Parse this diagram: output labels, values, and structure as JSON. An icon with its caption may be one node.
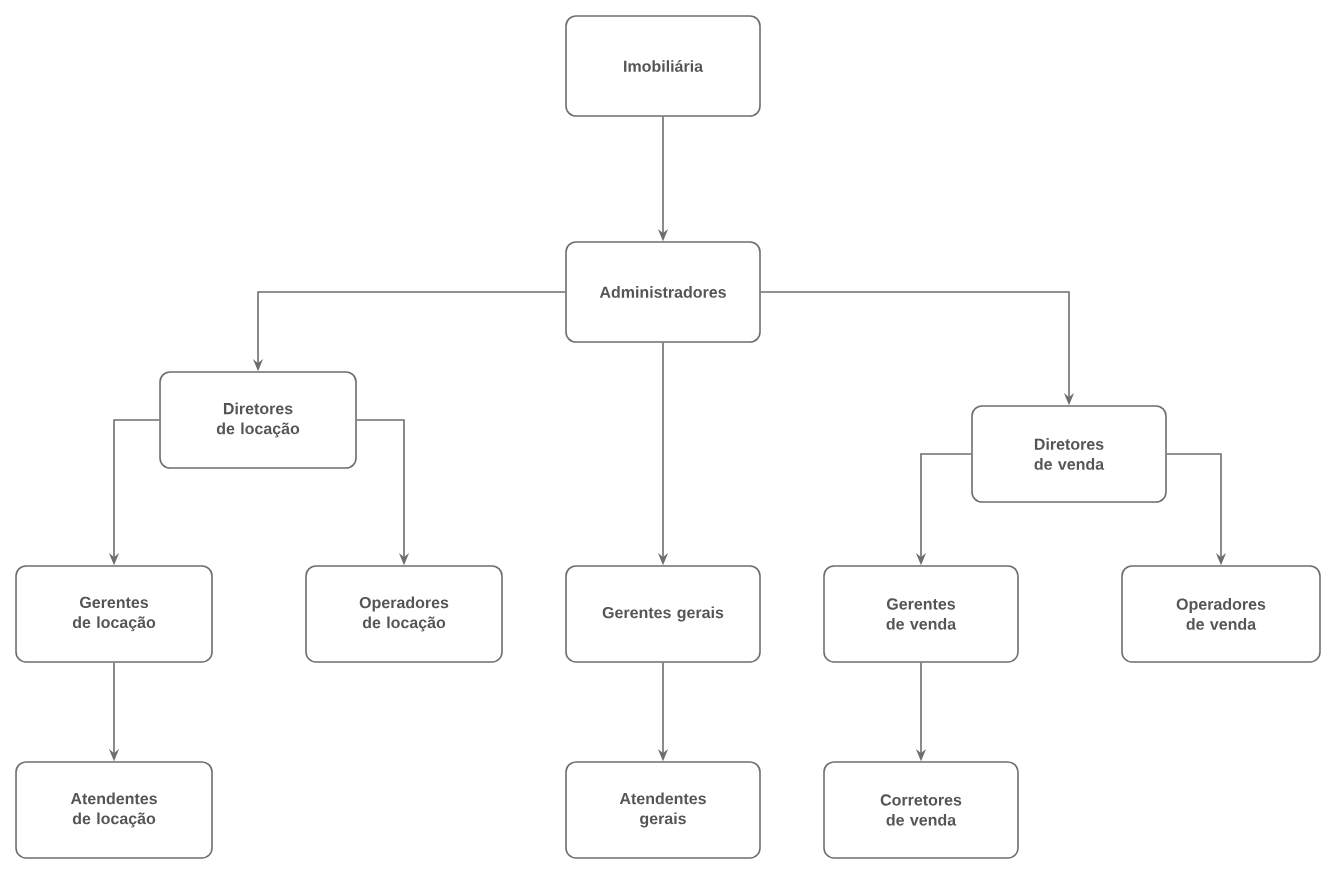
{
  "diagram": {
    "nodes": [
      {
        "text": [
          "Imobiliária"
        ]
      },
      {
        "text": [
          "Administradores"
        ]
      },
      {
        "text": [
          "Diretores de locação"
        ]
      },
      {
        "text": [
          "Diretores de venda"
        ]
      },
      {
        "text": [
          "Gerentes de locação"
        ]
      },
      {
        "text": [
          "Operadores de locação"
        ]
      },
      {
        "text": [
          "Gerentes gerais"
        ]
      },
      {
        "text": [
          "Gerentes de venda"
        ]
      },
      {
        "text": [
          "Operadores de venda"
        ]
      },
      {
        "text": [
          "Atendentes de locação"
        ]
      },
      {
        "text": [
          "Atendentes gerais"
        ]
      },
      {
        "text": [
          "Corretores de venda"
        ]
      }
    ],
    "edges": [
      {
        "from": 0,
        "to": 1,
        "arrow": "to"
      },
      {
        "from": 1,
        "to": 2,
        "arrow": "to"
      },
      {
        "from": 1,
        "to": 3,
        "arrow": "to"
      },
      {
        "from": 1,
        "to": 6,
        "arrow": "to"
      },
      {
        "from": 2,
        "to": 4,
        "arrow": "to"
      },
      {
        "from": 2,
        "to": 5,
        "arrow": "to"
      },
      {
        "from": 3,
        "to": 7,
        "arrow": "to"
      },
      {
        "from": 3,
        "to": 8,
        "arrow": "to"
      },
      {
        "from": 4,
        "to": 9,
        "arrow": "to"
      },
      {
        "from": 6,
        "to": 10,
        "arrow": "to"
      },
      {
        "from": 7,
        "to": 11,
        "arrow": "to"
      }
    ]
  }
}
